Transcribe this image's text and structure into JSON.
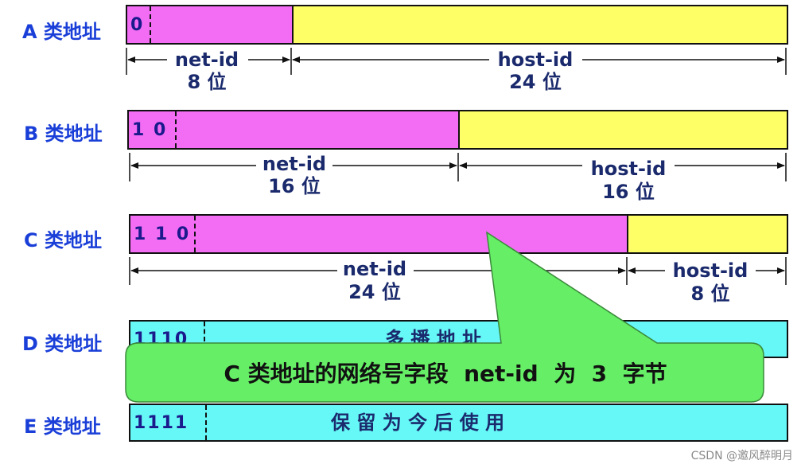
{
  "rows": {
    "a": {
      "label": "A 类地址",
      "bits": "0",
      "net_label": "net-id",
      "net_bits": "8 位",
      "host_label": "host-id",
      "host_bits": "24 位"
    },
    "b": {
      "label": "B 类地址",
      "bits": "1 0",
      "net_label": "net-id",
      "net_bits": "16 位",
      "host_label": "host-id",
      "host_bits": "16 位"
    },
    "c": {
      "label": "C 类地址",
      "bits": "1 1 0",
      "net_label": "net-id",
      "net_bits": "24 位",
      "host_label": "host-id",
      "host_bits": "8 位"
    },
    "d": {
      "label": "D 类地址",
      "bits": "1110",
      "text": "多 播 地 址"
    },
    "e": {
      "label": "E 类地址",
      "bits": "1111",
      "text": "保 留 为 今 后 使 用"
    }
  },
  "callout": "C 类地址的网络号字段  net-id  为  3  字节",
  "watermark": "CSDN @邀风醉明月",
  "colors": {
    "net": "#f26cf4",
    "host": "#fefe66",
    "dclass": "#66f7f7",
    "callout": "#66ee66",
    "label": "#1a3fd8"
  }
}
